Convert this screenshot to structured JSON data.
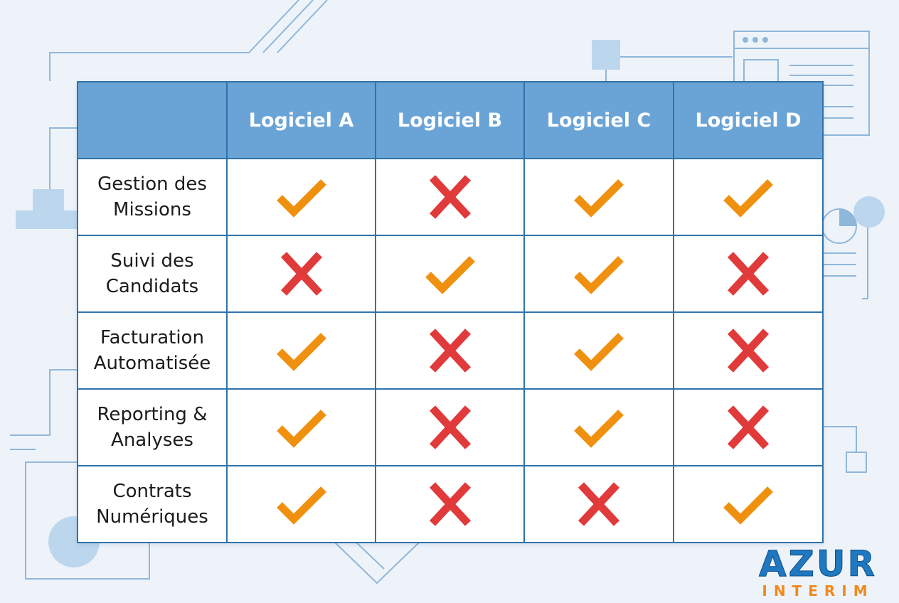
{
  "table": {
    "headers": [
      "",
      "Logiciel A",
      "Logiciel B",
      "Logiciel C",
      "Logiciel D"
    ],
    "rows": [
      {
        "feature": [
          "Gestion des",
          "Missions"
        ],
        "marks": [
          "check",
          "cross",
          "check",
          "check"
        ]
      },
      {
        "feature": [
          "Suivi des",
          "Candidats"
        ],
        "marks": [
          "cross",
          "check",
          "check",
          "cross"
        ]
      },
      {
        "feature": [
          "Facturation",
          "Automatisée"
        ],
        "marks": [
          "check",
          "cross",
          "check",
          "cross"
        ]
      },
      {
        "feature": [
          "Reporting &",
          "Analyses"
        ],
        "marks": [
          "check",
          "cross",
          "check",
          "cross"
        ]
      },
      {
        "feature": [
          "Contrats",
          "Numériques"
        ],
        "marks": [
          "check",
          "cross",
          "cross",
          "check"
        ]
      }
    ]
  },
  "icons": {
    "check": "check-icon",
    "cross": "cross-icon"
  },
  "colors": {
    "header_bg": "#6aa4d6",
    "grid": "#2f73aa",
    "check": "#f0900f",
    "cross": "#e03a3a",
    "brand_blue": "#1f78c0",
    "brand_orange": "#f08a1c"
  },
  "logo": {
    "line1": "AZUR",
    "line2": "INTERIM"
  }
}
